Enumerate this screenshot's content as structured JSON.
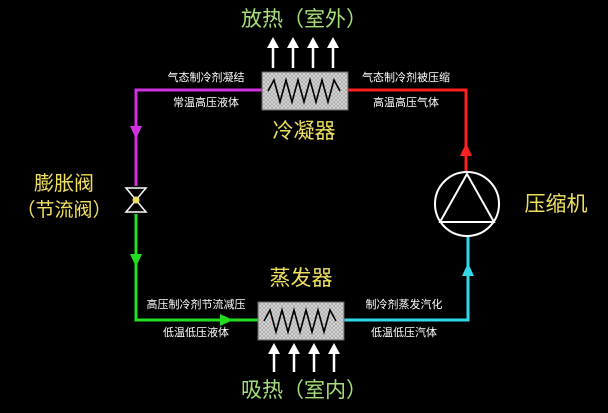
{
  "top_caption": "放热（室外）",
  "bottom_caption": "吸热（室内）",
  "condenser": {
    "name": "冷凝器",
    "left_upper": "气态制冷剂凝结",
    "left_lower": "常温高压液体",
    "right_upper": "气态制冷剂被压缩",
    "right_lower": "高温高压气体"
  },
  "evaporator": {
    "name": "蒸发器",
    "left_upper": "高压制冷剂节流减压",
    "left_lower": "低温低压液体",
    "right_upper": "制冷剂蒸发汽化",
    "right_lower": "低温低压汽体"
  },
  "expansion_valve": {
    "name": "膨胀阀",
    "alt_name": "（节流阀）"
  },
  "compressor": {
    "name": "压缩机"
  },
  "colors": {
    "background": "#000000",
    "caption_green": "#a6e07a",
    "component_label": "#f0e060",
    "small_text": "#ffffff",
    "pipe_red": "#ff2020",
    "pipe_magenta": "#d030e0",
    "pipe_green": "#22dd22",
    "pipe_cyan": "#30d8e8",
    "coil": "#000000",
    "box_fill": "#d8d8d8"
  }
}
